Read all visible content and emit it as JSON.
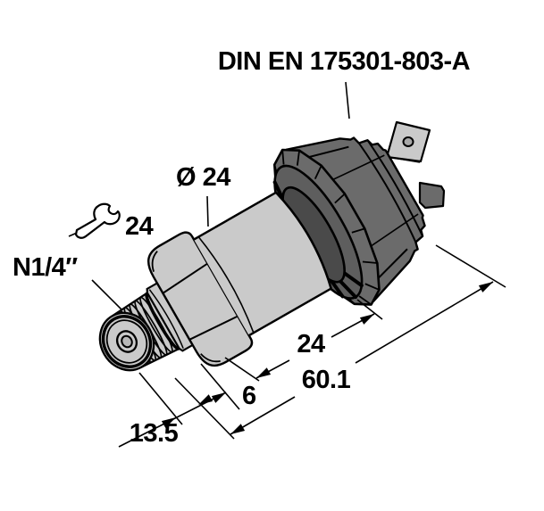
{
  "drawing": {
    "type": "technical-dimension-drawing",
    "subject": "pressure transmitter with DIN plug connector",
    "labels": {
      "connector_standard": "DIN EN 175301-803-A",
      "body_diameter": "Ø 24",
      "wrench_size": "24",
      "process_connection_thread": "N1/4″"
    },
    "dimensions": {
      "connector_width": "24",
      "overall_length": "60.1",
      "hex_height": "6",
      "thread_length": "13.5"
    },
    "icons": {
      "wrench": "open-end-wrench-symbol"
    },
    "colors": {
      "background": "#ffffff",
      "body_gray": "#cacaca",
      "connector_gray": "#6b6b6b",
      "connector_face_gray": "#5e5e5e",
      "hub_shadow": "#4a4a4a",
      "line": "#000000"
    }
  }
}
